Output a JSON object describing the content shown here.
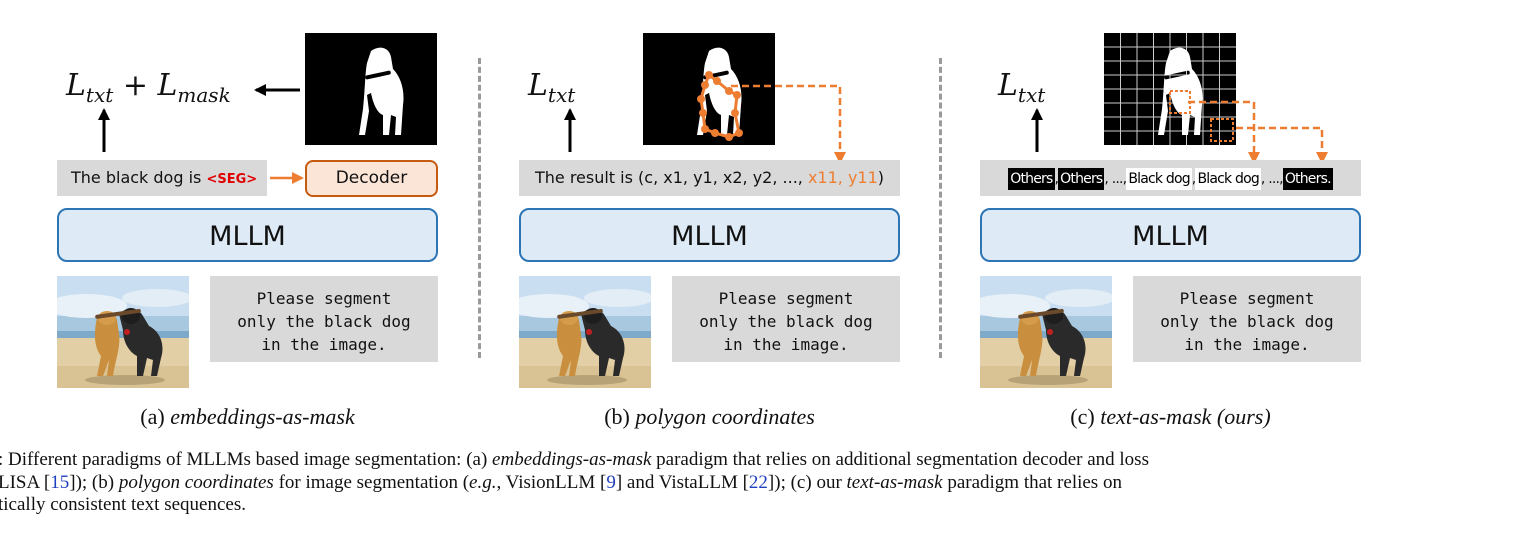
{
  "panels": [
    {
      "loss_parts": [
        "L",
        "txt",
        " + ",
        "L",
        "mask"
      ],
      "text_output": "The black dog is ",
      "seg_token": "<SEG>",
      "decoder_label": "Decoder",
      "mllm_label": "MLLM",
      "prompt": "Please segment\nonly the black dog\nin the image.",
      "caption_prefix": "(a) ",
      "caption_italic": "embeddings-as-mask"
    },
    {
      "loss_parts": [
        "L",
        "txt"
      ],
      "text_output": "The result is (c, x1, y1, x2, y2, ..., ",
      "text_output_highlight": "x11, y11",
      "text_output_suffix": ")",
      "mllm_label": "MLLM",
      "prompt": "Please segment\nonly the black dog\nin the image.",
      "caption_prefix": "(b) ",
      "caption_italic": "polygon coordinates"
    },
    {
      "loss_parts": [
        "L",
        "txt"
      ],
      "tokens": [
        "Others",
        ",",
        "Others",
        ", ..., ",
        "Black dog",
        ",",
        "Black dog",
        ", ..., ",
        "Others."
      ],
      "mllm_label": "MLLM",
      "prompt": "Please segment\nonly the black dog\nin the image.",
      "caption_prefix": "(c) ",
      "caption_italic": "text-as-mask (ours)"
    }
  ],
  "figure_caption": {
    "line1_a": ": Different paradigms of MLLMs based image segmentation: (a) ",
    "line1_b": "embeddings-as-mask",
    "line1_c": " paradigm that relies on additional segmentation decoder and loss",
    "line2_a": "LISA [",
    "line2_ref1": "15",
    "line2_b": "]); (b) ",
    "line2_c": "polygon coordinates",
    "line2_d": " for image segmentation (",
    "line2_e": "e.g.",
    "line2_f": ", VisionLLM [",
    "line2_ref2": "9",
    "line2_g": "] and VistaLLM [",
    "line2_ref3": "22",
    "line2_h": "]); (c) our ",
    "line2_i": "text-as-mask",
    "line2_j": " paradigm that relies on",
    "line3": "tically consistent text sequences."
  },
  "colors": {
    "mllm_fill": "#deebf7",
    "mllm_border": "#2e75b6",
    "decoder_fill": "#fbe5d6",
    "decoder_border": "#c55a11",
    "accent_orange": "#ed7d31",
    "seg_red": "#e00000",
    "text_bar": "#d9d9d9"
  },
  "icons": [
    "up-arrow-icon",
    "left-arrow-icon",
    "right-arrow-icon",
    "dashed-arrow-icon",
    "dog-photo-icon",
    "mask-image-icon"
  ]
}
